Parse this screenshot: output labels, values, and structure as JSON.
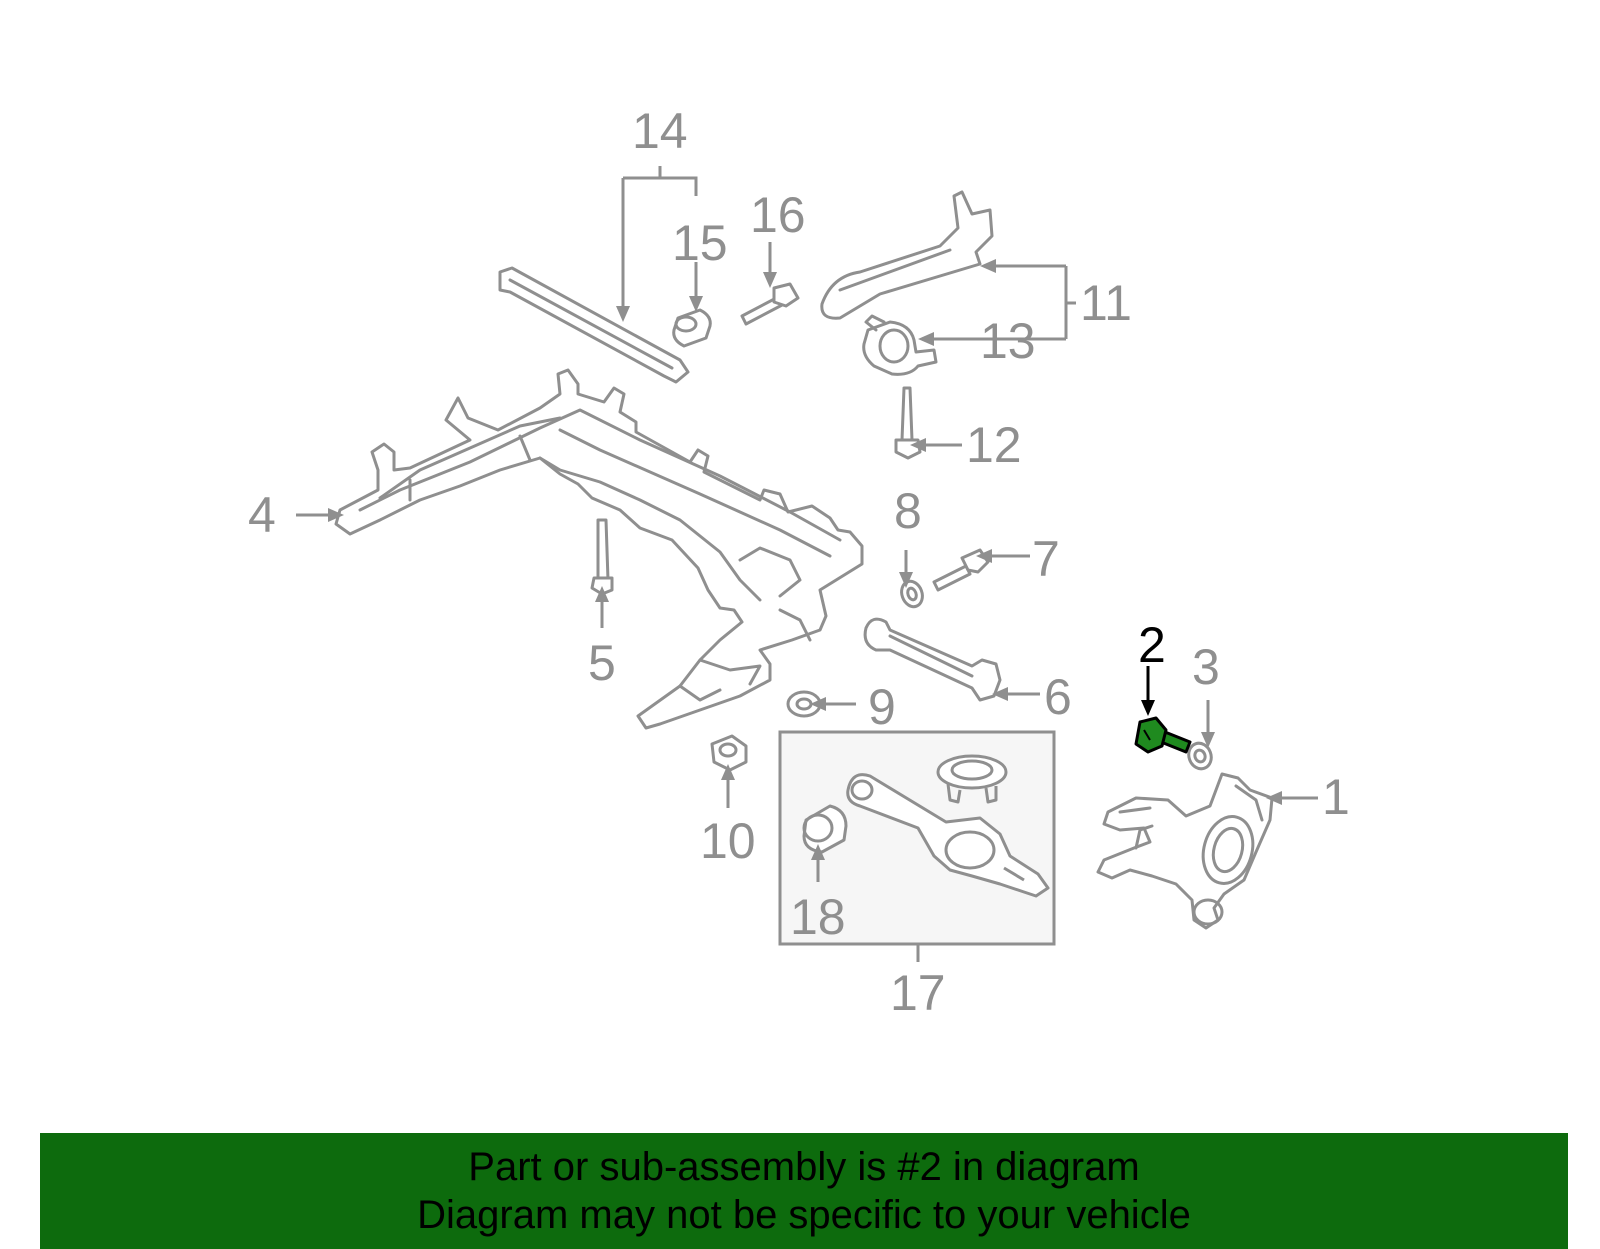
{
  "diagram": {
    "callouts": [
      "1",
      "2",
      "3",
      "4",
      "5",
      "6",
      "7",
      "8",
      "9",
      "10",
      "11",
      "12",
      "13",
      "14",
      "15",
      "16",
      "17",
      "18"
    ],
    "highlighted_part": "2",
    "colors": {
      "part_line": "#8f8f8f",
      "part_fill": "#ffffff",
      "highlight_fill": "#1f8a1f",
      "highlight_line": "#000000",
      "subassembly_fill": "#f6f6f6"
    },
    "icons": [
      "subframe-icon",
      "bolt-icon",
      "washer-icon",
      "nut-icon",
      "control-arm-icon",
      "bushing-icon",
      "knuckle-icon",
      "spring-seat-icon",
      "trailing-arm-icon"
    ]
  },
  "banner": {
    "line1": "Part or sub-assembly is #2 in diagram",
    "line2": "Diagram may not be specific to your vehicle",
    "background": "#0d6b0d"
  }
}
